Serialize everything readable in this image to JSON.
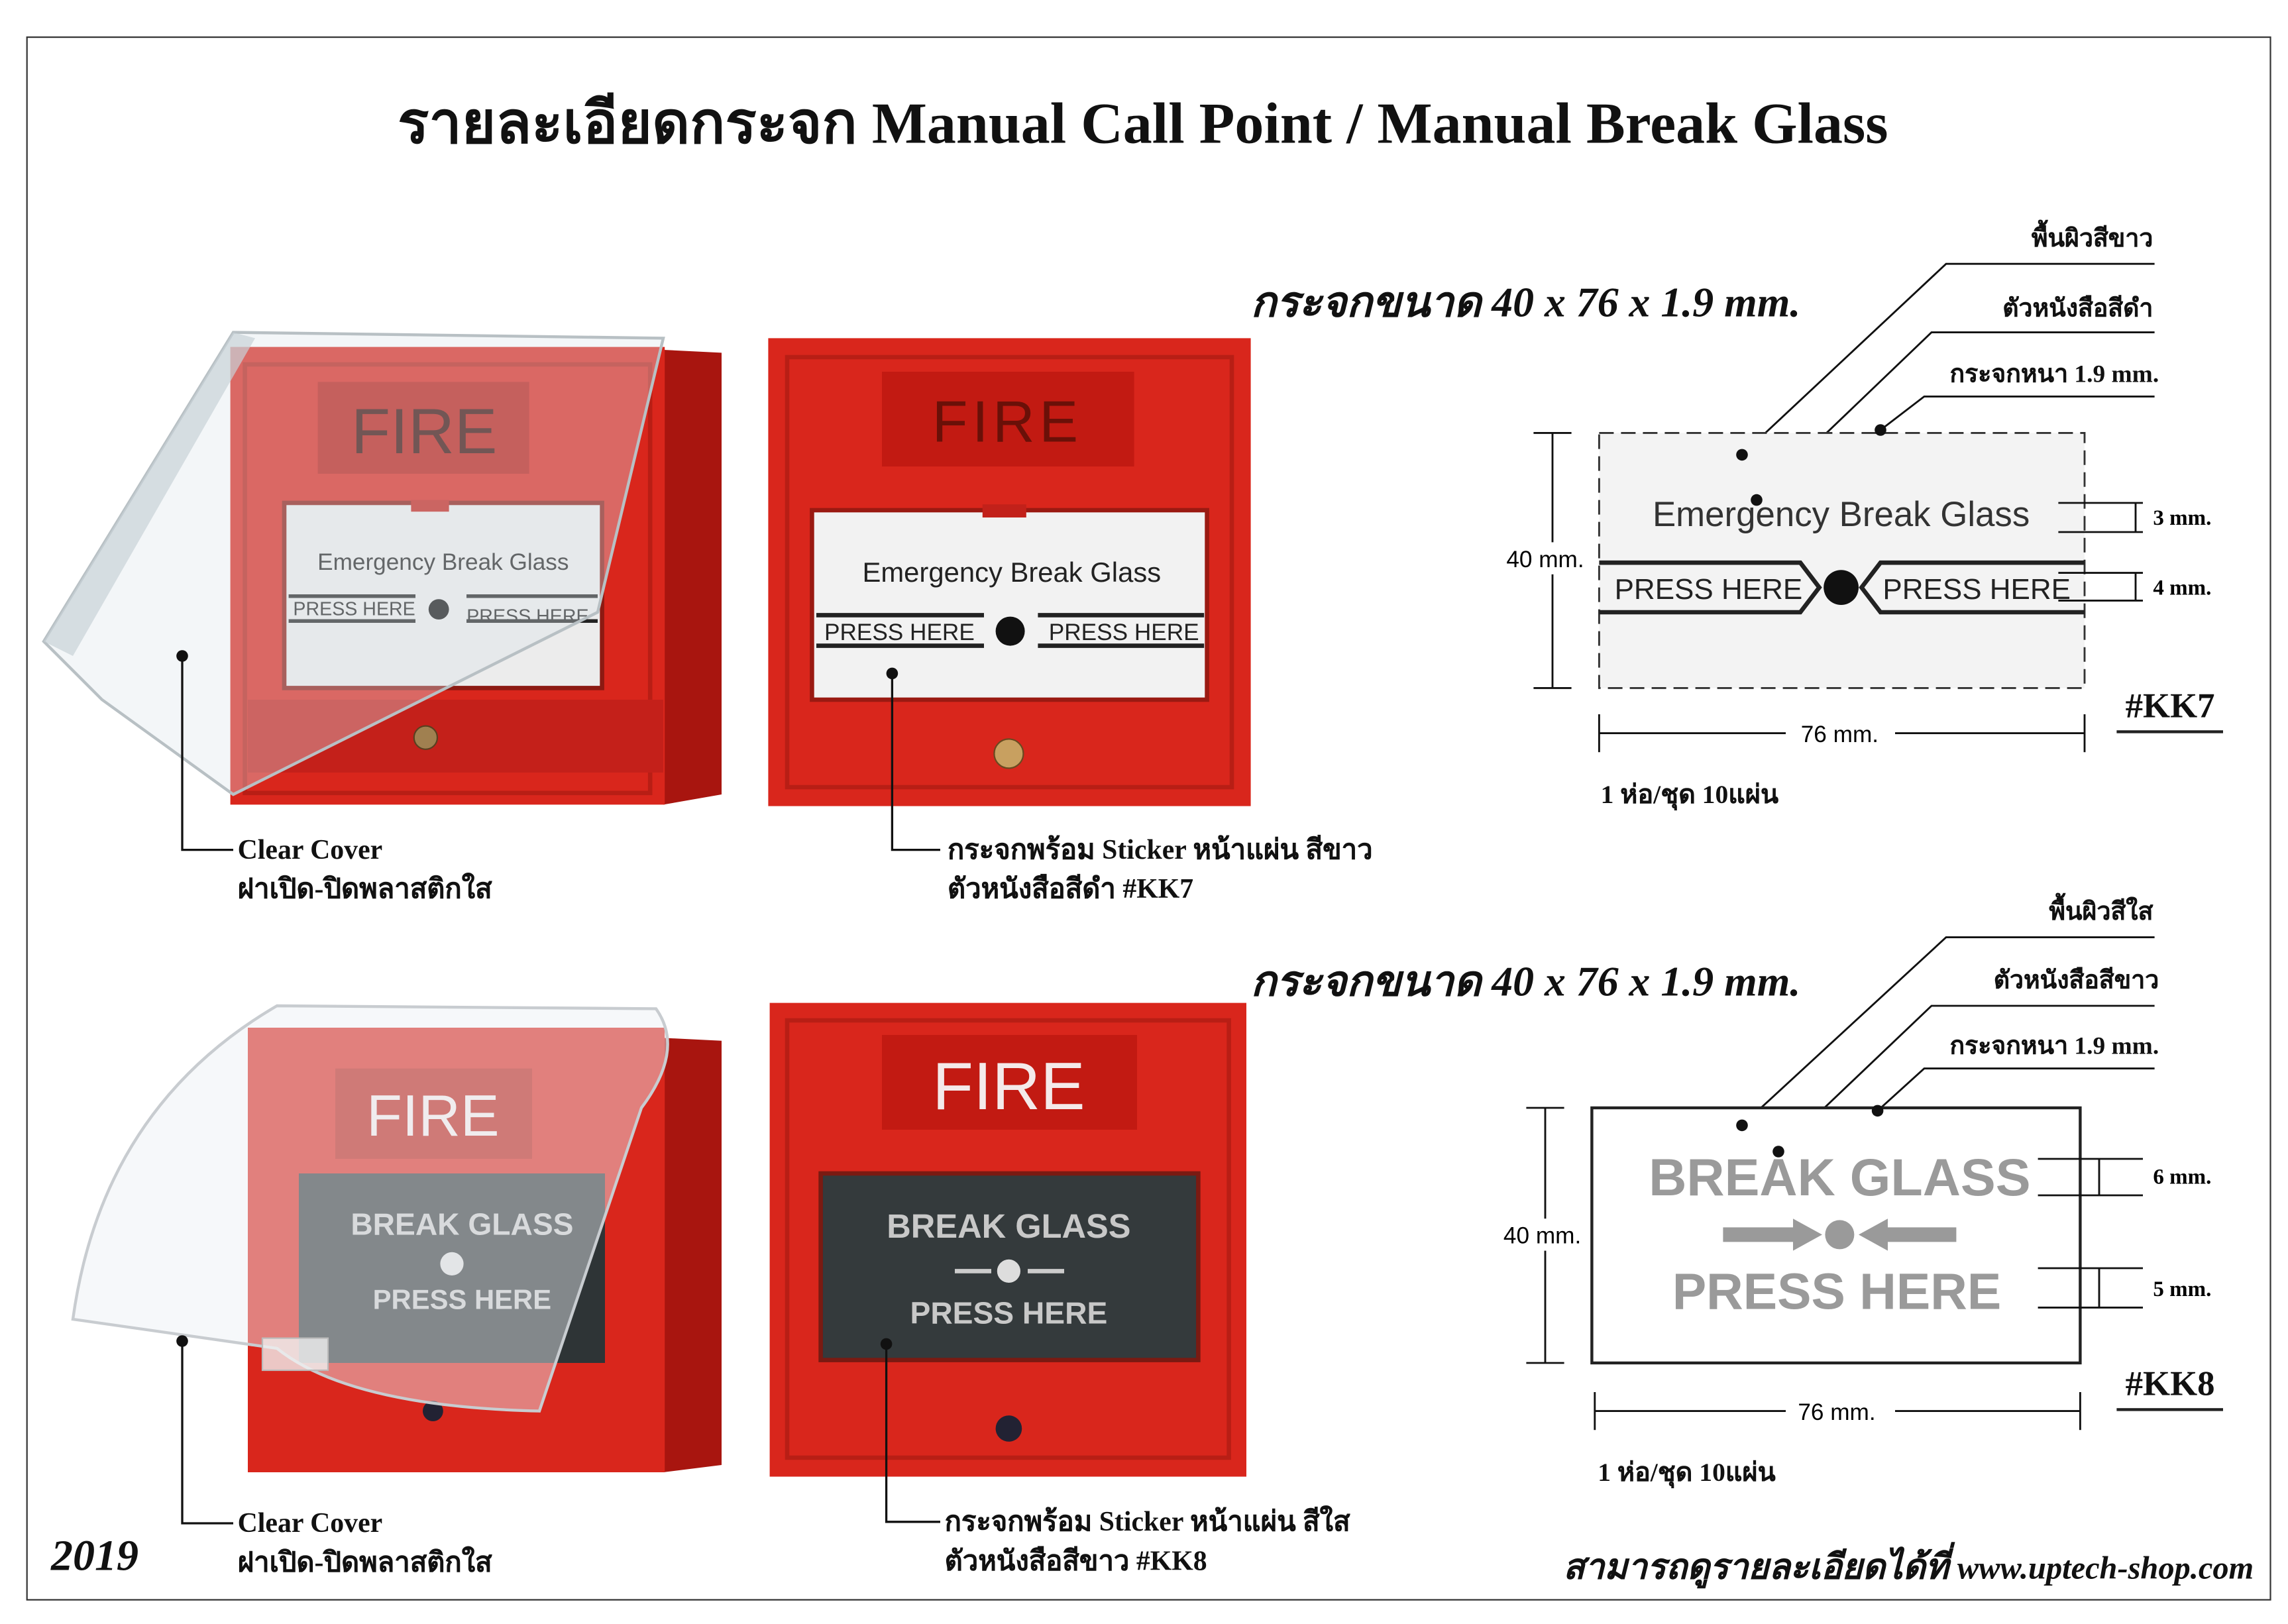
{
  "title": "รายละเอียดกระจก Manual Call Point / Manual Break Glass",
  "year": "2019",
  "footer": {
    "text": "สามารถดูรายละเอียดได้ที่",
    "url": "www.uptech-shop.com"
  },
  "products": {
    "fire_label": "FIRE",
    "kk7_sticker": {
      "line1": "Emergency Break Glass",
      "press": "PRESS HERE"
    },
    "kk8_sticker": {
      "line1": "BREAK GLASS",
      "press": "PRESS HERE"
    },
    "cover_caption": {
      "en": "Clear Cover",
      "th": "ฝาเปิด-ปิดพลาสติกใส"
    },
    "kk7_caption": {
      "line1": "กระจกพร้อม Sticker หน้าแผ่น สีขาว",
      "line2": "ตัวหนังสือสีดำ #KK7"
    },
    "kk8_caption": {
      "line1": "กระจกพร้อม Sticker หน้าแผ่น สีใส",
      "line2": "ตัวหนังสือสีขาว #KK8"
    }
  },
  "kk7": {
    "size_caption": "กระจกขนาด 40 x 76 x 1.9 mm.",
    "labels": [
      "พื้นผิวสีขาว",
      "ตัวหนังสือสีดำ",
      "กระจกหนา 1.9 mm."
    ],
    "text1": "Emergency Break Glass",
    "press": "PRESS HERE",
    "height": "40 mm.",
    "width": "76 mm.",
    "dim_top": "3 mm.",
    "dim_bottom": "4 mm.",
    "code": "#KK7",
    "pack": "1 ห่อ/ชุด 10แผ่น"
  },
  "kk8": {
    "size_caption": "กระจกขนาด 40 x 76 x 1.9 mm.",
    "labels": [
      "พื้นผิวสีใส",
      "ตัวหนังสือสีขาว",
      "กระจกหนา 1.9 mm."
    ],
    "text1": "BREAK GLASS",
    "press": "PRESS HERE",
    "height": "40 mm.",
    "width": "76 mm.",
    "dim_top": "6 mm.",
    "dim_bottom": "5 mm.",
    "code": "#KK8",
    "pack": "1 ห่อ/ชุด 10แผ่น"
  },
  "colors": {
    "red": "#d9261c",
    "dark_red": "#a8150f",
    "grey_text": "#9a9a9a"
  }
}
